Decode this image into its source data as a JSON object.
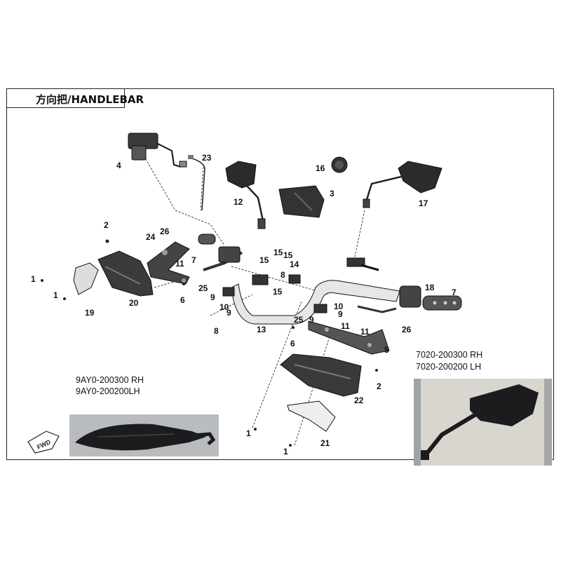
{
  "title": "方向把/HANDLEBAR",
  "fwd_label": "FWD",
  "part_numbers": {
    "left_rh": "9AY0-200300 RH",
    "left_lh": "9AY0-200200LH",
    "right_rh": "7020-200300 RH",
    "right_lh": "7020-200200 LH"
  },
  "callouts": [
    {
      "id": "c-4",
      "label": "4"
    },
    {
      "id": "c-23",
      "label": "23"
    },
    {
      "id": "c-12",
      "label": "12"
    },
    {
      "id": "c-16",
      "label": "16"
    },
    {
      "id": "c-3",
      "label": "3"
    },
    {
      "id": "c-17",
      "label": "17"
    },
    {
      "id": "c-2a",
      "label": "2"
    },
    {
      "id": "c-24",
      "label": "24"
    },
    {
      "id": "c-26a",
      "label": "26"
    },
    {
      "id": "c-1a",
      "label": "1"
    },
    {
      "id": "c-1b",
      "label": "1"
    },
    {
      "id": "c-19",
      "label": "19"
    },
    {
      "id": "c-20",
      "label": "20"
    },
    {
      "id": "c-11a",
      "label": "11"
    },
    {
      "id": "c-6a",
      "label": "6"
    },
    {
      "id": "c-7a",
      "label": "7"
    },
    {
      "id": "c-25a",
      "label": "25"
    },
    {
      "id": "c-9a",
      "label": "9"
    },
    {
      "id": "c-10a",
      "label": "10"
    },
    {
      "id": "c-9b",
      "label": "9"
    },
    {
      "id": "c-8a",
      "label": "8"
    },
    {
      "id": "c-15a",
      "label": "15"
    },
    {
      "id": "c-15b",
      "label": "15"
    },
    {
      "id": "c-15c",
      "label": "15"
    },
    {
      "id": "c-14",
      "label": "14"
    },
    {
      "id": "c-15d",
      "label": "15"
    },
    {
      "id": "c-8b",
      "label": "8"
    },
    {
      "id": "c-13",
      "label": "13"
    },
    {
      "id": "c-10b",
      "label": "10"
    },
    {
      "id": "c-9c",
      "label": "9"
    },
    {
      "id": "c-25b",
      "label": "25"
    },
    {
      "id": "c-9d",
      "label": "9"
    },
    {
      "id": "c-11b",
      "label": "11"
    },
    {
      "id": "c-6b",
      "label": "6"
    },
    {
      "id": "c-18",
      "label": "18"
    },
    {
      "id": "c-7b",
      "label": "7"
    },
    {
      "id": "c-11c",
      "label": "11"
    },
    {
      "id": "c-26b",
      "label": "26"
    },
    {
      "id": "c-5",
      "label": "5"
    },
    {
      "id": "c-2b",
      "label": "2"
    },
    {
      "id": "c-22",
      "label": "22"
    },
    {
      "id": "c-1c",
      "label": "1"
    },
    {
      "id": "c-21",
      "label": "21"
    },
    {
      "id": "c-1d",
      "label": "1"
    }
  ],
  "colors": {
    "frame": "#222222",
    "ink": "#1a1a1a",
    "part_dark": "#2a2a2a",
    "photo_bg_left": "#b9bcbf",
    "photo_bg_right": "#d8d6cf",
    "mirror_body": "#1c1c1e"
  }
}
